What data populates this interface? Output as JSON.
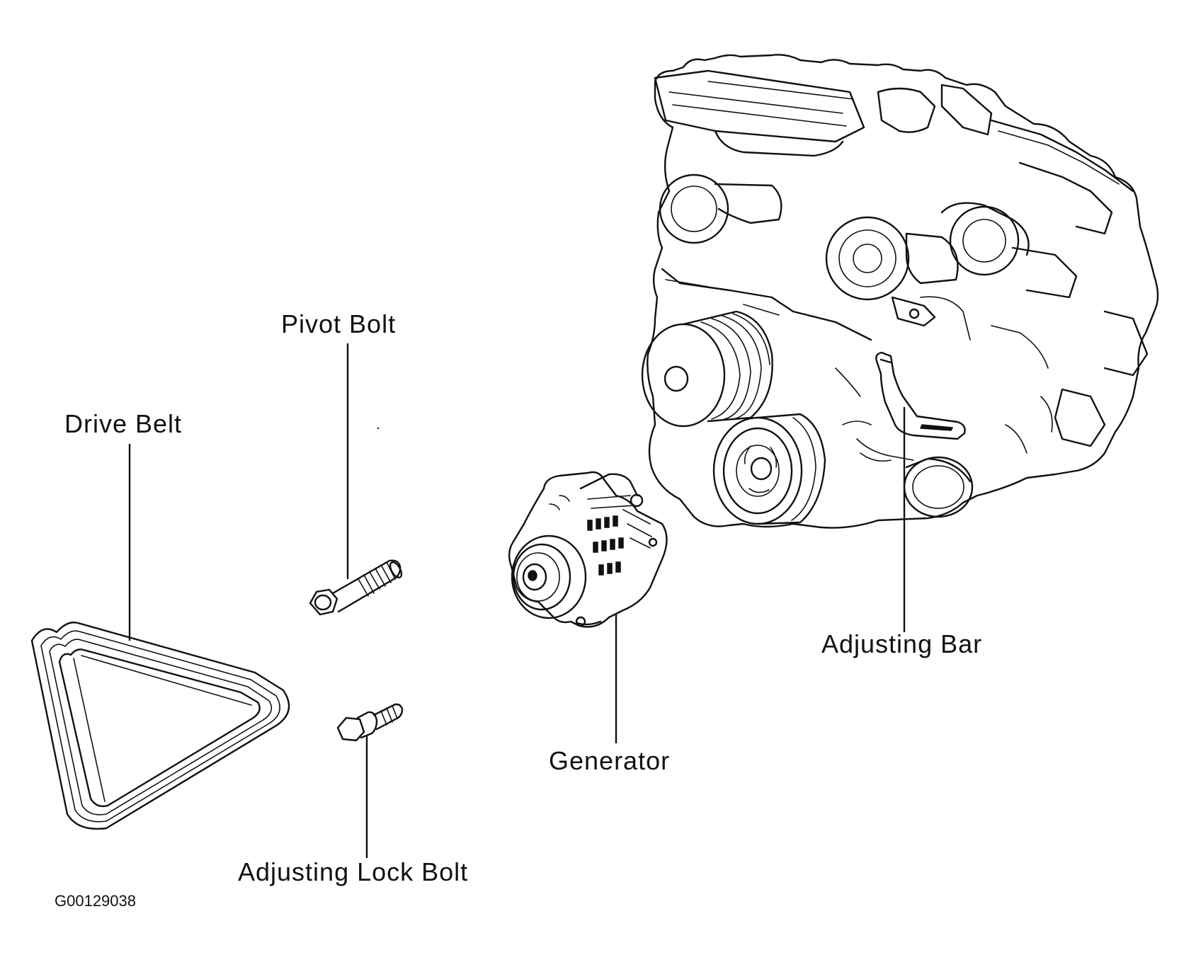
{
  "labels": {
    "drive_belt": "Drive Belt",
    "pivot_bolt": "Pivot Bolt",
    "generator": "Generator",
    "adjusting_bar": "Adjusting Bar",
    "adjusting_lock_bolt": "Adjusting Lock Bolt"
  },
  "figure_code": "G00129038",
  "colors": {
    "ink": "#111111",
    "background": "#ffffff"
  }
}
